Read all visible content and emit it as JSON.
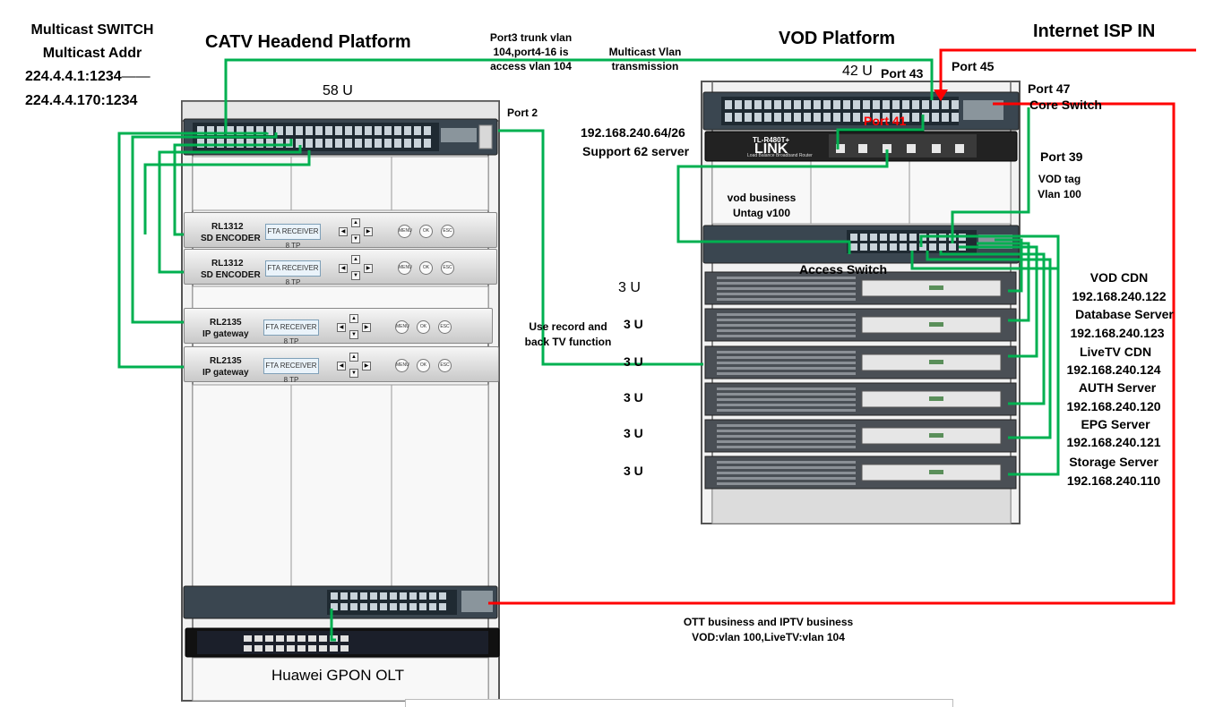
{
  "labels": {
    "multicast_title": "Multicast SWITCH",
    "multicast_addr_title": "Multicast Addr",
    "multicast_addr_1": "224.4.4.1:1234",
    "multicast_addr_2": "224.4.4.170:1234",
    "catv_title": "CATV Headend Platform",
    "rack_left_units": "58 U",
    "port3_note_1": "Port3 trunk vlan",
    "port3_note_2": "104,port4-16 is",
    "port3_note_3": "access vlan 104",
    "multicast_vlan_1": "Multicast Vlan",
    "multicast_vlan_2": "transmission",
    "vod_title": "VOD Platform",
    "internet_title": "Internet ISP IN",
    "rack_right_units": "42 U",
    "port43": "Port 43",
    "port45": "Port 45",
    "port47": "Port 47",
    "core_switch": "Core Switch",
    "port41": "Port 41",
    "port2": "Port 2",
    "lb_subnet": "192.168.240.64/26",
    "lb_support": "Support 62 server",
    "port39": "Port 39",
    "vod_tag_1": "VOD tag",
    "vod_tag_2": "Vlan 100",
    "vod_business_1": "vod  business",
    "vod_business_2": "Untag v100",
    "access_switch": "Access Switch",
    "record_note_1": "Use record and",
    "record_note_2": "back TV function",
    "ott_note_1": "OTT business and IPTV  business",
    "ott_note_2": "VOD:vlan 100,LiveTV:vlan 104",
    "olt_title": "Huawei GPON OLT",
    "lb_brand": "LINK",
    "lb_brand_top": "TL-R480T+",
    "lb_subtitle": "Load Balance Broadband Router"
  },
  "unit_labels": [
    "3 U",
    "3 U",
    "3 U",
    "3 U",
    "3 U",
    "3 U"
  ],
  "servers": [
    {
      "name": "VOD CDN",
      "ip": "192.168.240.122"
    },
    {
      "name": "Database Server",
      "ip": "192.168.240.123"
    },
    {
      "name": "LiveTV CDN",
      "ip": "192.168.240.124"
    },
    {
      "name": "AUTH Server",
      "ip": "192.168.240.120"
    },
    {
      "name": "EPG Server",
      "ip": "192.168.240.121"
    },
    {
      "name": "Storage Server",
      "ip": "192.168.240.110"
    }
  ],
  "devices": [
    {
      "model": "RL1312",
      "type": "SD ENCODER",
      "panel": "FTA RECEIVER 8 TP"
    },
    {
      "model": "RL1312",
      "type": "SD ENCODER",
      "panel": "FTA RECEIVER 8 TP"
    },
    {
      "model": "RL2135",
      "type": "IP gateway",
      "panel": "FTA RECEIVER 8 TP"
    },
    {
      "model": "RL2135",
      "type": "IP gateway",
      "panel": "FTA RECEIVER 8 TP"
    }
  ],
  "button_labels": [
    "MENU",
    "OK",
    "ESC"
  ],
  "colors": {
    "green_link": "#00b050",
    "red_link": "#ff0000",
    "port41_label": "#ff0000",
    "rack_frame": "#555555",
    "switch_body": "#2d3a44"
  }
}
